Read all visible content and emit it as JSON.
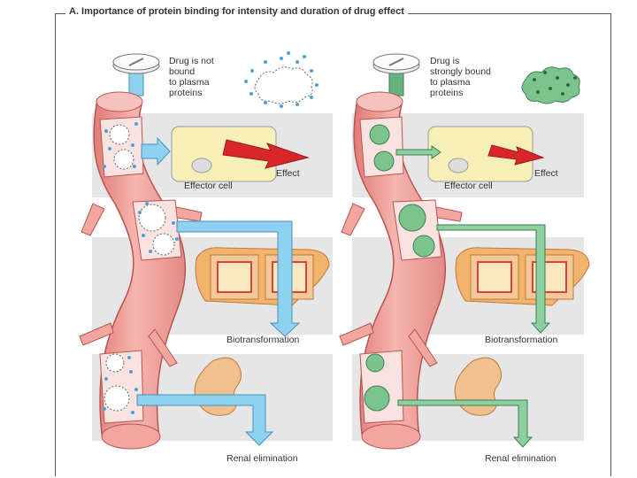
{
  "title": "A. Importance of protein binding for intensity and duration of drug effect",
  "left_panel": {
    "drug_label_lines": [
      "Drug is not",
      "bound",
      "to plasma",
      "proteins"
    ],
    "effector_cell": "Effector cell",
    "effect": "Effect",
    "biotransformation": "Biotransformation",
    "renal_elimination": "Renal elimination"
  },
  "right_panel": {
    "drug_label_lines": [
      "Drug is",
      "strongly bound",
      "to plasma",
      "proteins"
    ],
    "effector_cell": "Effector cell",
    "effect": "Effect",
    "biotransformation": "Biotransformation",
    "renal_elimination": "Renal elimination"
  },
  "colors": {
    "vessel": "#f3a5a0",
    "vessel_edge": "#b8554f",
    "free_drug": "#4aa3d8",
    "free_arrow": "#8fd1f0",
    "bound_drug": "#66b07a",
    "bound_arrow": "#8ecfa0",
    "effect_arrow": "#d9262b",
    "band": "#e4e4e4",
    "cell": "#f7efb8",
    "liver": "#f2b36c",
    "kidney": "#f1c08f"
  }
}
